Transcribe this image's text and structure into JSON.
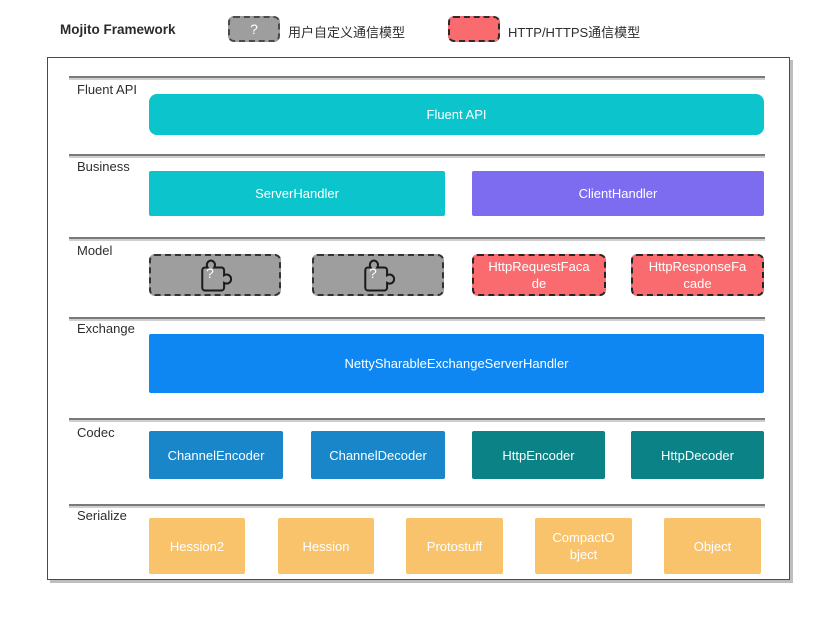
{
  "header": {
    "title": "Mojito Framework",
    "legend": [
      {
        "swatch": "?",
        "label": "用户自定义通信模型",
        "color": "#9e9e9e"
      },
      {
        "swatch": "",
        "label": "HTTP/HTTPS通信模型",
        "color": "#fa6b6f"
      }
    ]
  },
  "palette": {
    "cyan": "#0cc4cc",
    "purple": "#7d6bf0",
    "exchange_blue": "#0e87f2",
    "codec_blue": "#1886c9",
    "teal": "#0a8286",
    "orange": "#f9c36b",
    "red": "#fa6b6f",
    "gray": "#9e9e9e"
  },
  "layers": [
    {
      "label": "Fluent API",
      "blocks": [
        {
          "text": "Fluent API"
        }
      ]
    },
    {
      "label": "Business",
      "blocks": [
        {
          "text": "ServerHandler"
        },
        {
          "text": "ClientHandler"
        }
      ]
    },
    {
      "label": "Model",
      "blocks": [
        {
          "icon": "puzzle-question",
          "text": "?"
        },
        {
          "icon": "puzzle-question",
          "text": "?"
        },
        {
          "text": "HttpRequestFacade"
        },
        {
          "text": "HttpResponseFacade"
        }
      ]
    },
    {
      "label": "Exchange",
      "blocks": [
        {
          "text": "NettySharableExchangeServerHandler"
        }
      ]
    },
    {
      "label": "Codec",
      "blocks": [
        {
          "text": "ChannelEncoder"
        },
        {
          "text": "ChannelDecoder"
        },
        {
          "text": "HttpEncoder"
        },
        {
          "text": "HttpDecoder"
        }
      ]
    },
    {
      "label": "Serialize",
      "blocks": [
        {
          "text": "Hession2"
        },
        {
          "text": "Hession"
        },
        {
          "text": "Protostuff"
        },
        {
          "text": "CompactObject"
        },
        {
          "text": "Object"
        }
      ]
    }
  ]
}
